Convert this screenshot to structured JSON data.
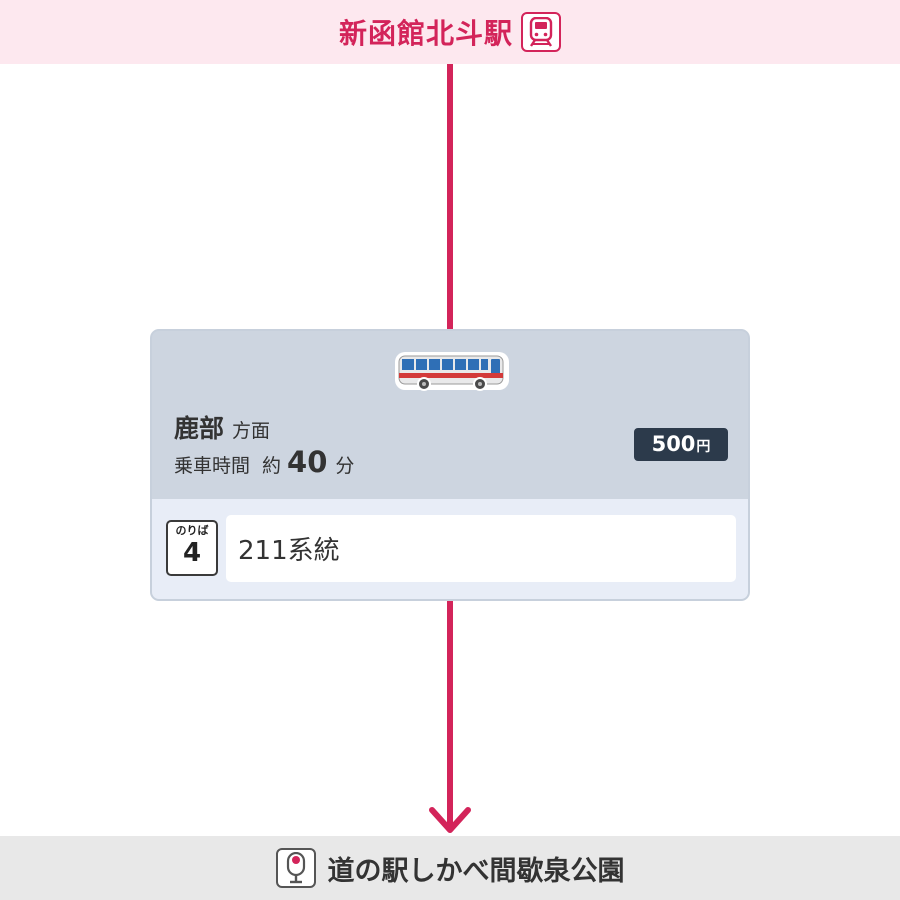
{
  "origin": {
    "name": "新函館北斗駅",
    "icon": "train-icon"
  },
  "segment": {
    "mode_icon": "bus-icon",
    "destination": "鹿部",
    "destination_suffix": "方面",
    "ride_time_label": "乗車時間",
    "ride_time_approx": "約",
    "ride_time_minutes": "40",
    "ride_time_unit": "分",
    "fare_value": "500",
    "fare_unit": "円",
    "platform_label": "のりば",
    "platform_number": "4",
    "line_name": "211系統"
  },
  "destination": {
    "name": "道の駅しかべ間歇泉公園",
    "icon": "bus-stop-icon"
  },
  "colors": {
    "route": "#d3245a",
    "origin_bg": "#fde8ef",
    "card_bg": "#cdd5e0",
    "card_lower_bg": "#e8edf7",
    "fare_badge": "#2c3a4b",
    "dest_bg": "#e8e8e8"
  }
}
